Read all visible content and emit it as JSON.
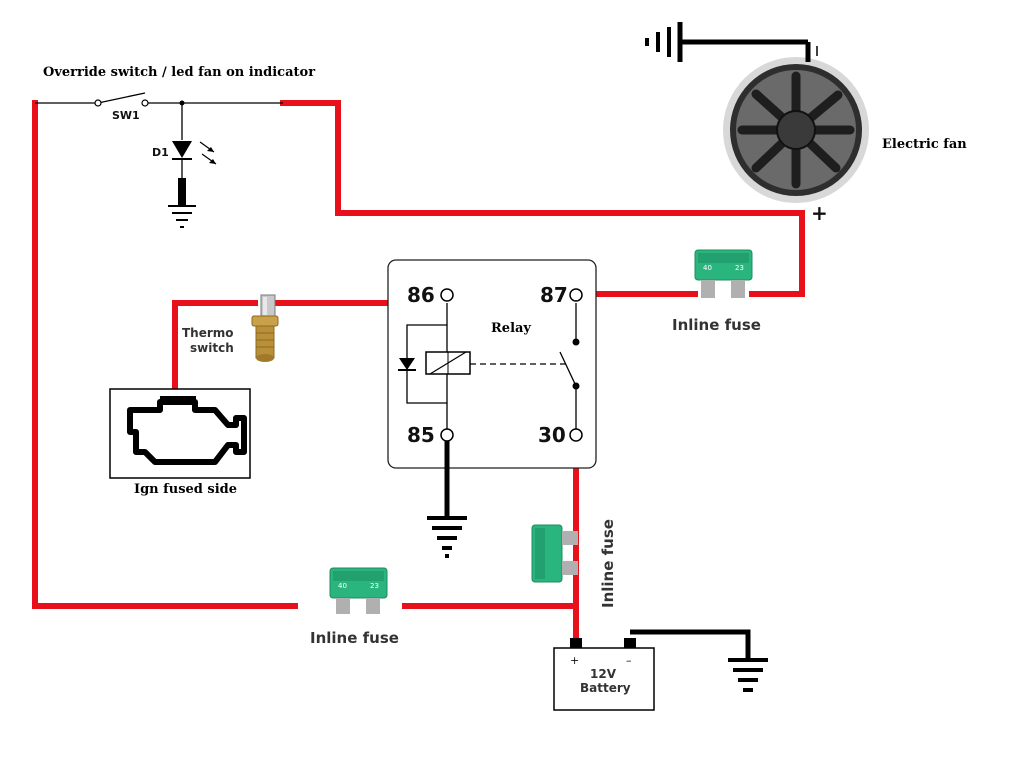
{
  "labels": {
    "override_switch": "Override switch / led fan on indicator",
    "sw1": "SW1",
    "d1": "D1",
    "electric_fan": "Electric fan",
    "fan_plus": "+",
    "relay": "Relay",
    "pin_86": "86",
    "pin_87": "87",
    "pin_85": "85",
    "pin_30": "30",
    "thermo_switch_1": "Thermo",
    "thermo_switch_2": "switch",
    "ign": "Ign fused side",
    "inline_fuse_top": "Inline fuse",
    "inline_fuse_bottom": "Inline fuse",
    "inline_fuse_vertical": "Inline fuse",
    "battery_plus": "+",
    "battery_minus": "–",
    "battery_1": "12V",
    "battery_2": "Battery"
  },
  "fuse_ratings": {
    "left": "40",
    "right": "23"
  },
  "colors": {
    "wire_power": "#e8111b",
    "wire_ground": "#000000",
    "fuse_body": "#2bb57e",
    "fuse_dark": "#1c8c5f",
    "terminal": "#b0b0b0"
  }
}
